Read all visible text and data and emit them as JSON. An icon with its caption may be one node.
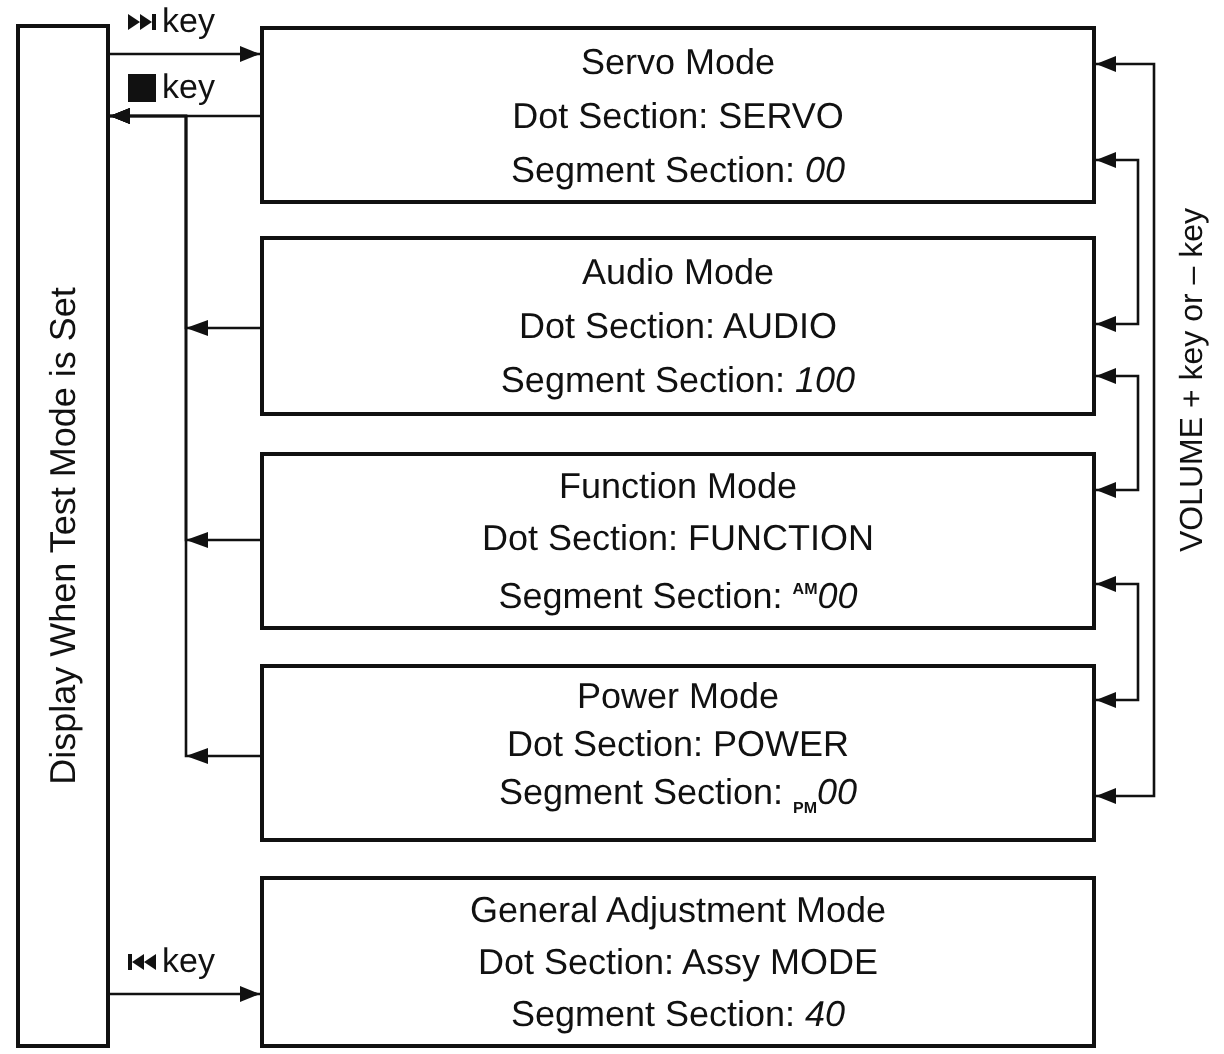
{
  "diagram": {
    "nodes": [
      {
        "text": [
          "Display When Test Mode is Set"
        ]
      },
      {
        "text": [
          "Servo Mode",
          "Dot Section: SERVO",
          "Segment Section: *00*"
        ]
      },
      {
        "text": [
          "Audio Mode",
          "Dot Section: AUDIO",
          "Segment Section: *100*"
        ]
      },
      {
        "text": [
          "Function Mode",
          "Dot Section: FUNCTION",
          "Segment Section: $^{AM}$*00*"
        ]
      },
      {
        "text": [
          "Power Mode",
          "Dot Section: POWER",
          "Segment Section: $_{PM}$*00*"
        ]
      },
      {
        "text": [
          "General Adjustment Mode",
          "Dot Section: Assy MODE",
          "Segment Section: *40*"
        ]
      }
    ],
    "edges": [
      {
        "from": 0,
        "to": 1,
        "arrow": "to",
        "label": "key"
      },
      {
        "from": 1,
        "to": 0,
        "arrow": "to",
        "label": "key"
      },
      {
        "from": 2,
        "to": 0,
        "arrow": "to"
      },
      {
        "from": 3,
        "to": 0,
        "arrow": "to"
      },
      {
        "from": 4,
        "to": 0,
        "arrow": "to"
      },
      {
        "from": 0,
        "to": 5,
        "arrow": "to",
        "label": "key"
      },
      {
        "from": 1,
        "to": 2,
        "arrow": "both"
      },
      {
        "from": 2,
        "to": 3,
        "arrow": "both"
      },
      {
        "from": 3,
        "to": 4,
        "arrow": "both"
      },
      {
        "from": 1,
        "to": 4,
        "arrow": "both"
      }
    ],
    "labels": [
      "VOLUME + key or – key"
    ]
  }
}
